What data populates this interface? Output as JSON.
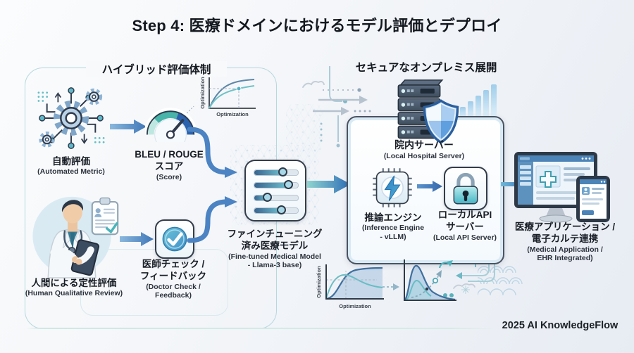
{
  "title": "Step 4: 医療ドメインにおけるモデル評価とデプロイ",
  "footer": "2025 AI KnowledgeFlow",
  "left_panel": {
    "title": "ハイブリッド評価体制",
    "auto_eval": {
      "label": "自動評価",
      "sublabel": "(Automated Metric)"
    },
    "score": {
      "label": "BLEU / ROUGE\nスコア",
      "sublabel": "(Score)"
    },
    "human_eval": {
      "label": "人間による定性評価",
      "sublabel": "(Human Qualitative Review)"
    },
    "doctor_check": {
      "label": "医師チェック /\nフィードバック",
      "sublabel": "(Doctor Check /\nFeedback)"
    }
  },
  "center": {
    "model": {
      "label": "ファインチューニング\n済み医療モデル",
      "sublabel": "(Fine-tuned Medical Model\n- Llama-3 base)"
    }
  },
  "right_panel": {
    "title": "セキュアなオンプレミス展開",
    "server": {
      "label": "院内サーバー",
      "sublabel": "(Local Hospital Server)"
    },
    "inference": {
      "label": "推論エンジン",
      "sublabel": "(Inference Engine\n- vLLM)"
    },
    "api": {
      "label": "ローカルAPI\nサーバー",
      "sublabel": "(Local API Server)"
    },
    "app": {
      "label": "医療アプリケーション /\n電子カルテ連携",
      "sublabel": "(Medical Application /\nEHR Integrated)"
    }
  },
  "mini_charts": {
    "optimization_top": {
      "xlabel": "Optimization",
      "ylabel": "Optimization"
    },
    "optimization_bottom": {
      "xlabel": "Optimization",
      "ylabel": "Optimization"
    }
  },
  "icons": [
    "gears-network-icon",
    "gauge-icon",
    "doctor-illustration",
    "clipboard-icon",
    "check-badge-icon",
    "sliders-icon",
    "server-rack-icon",
    "shield-icon",
    "chip-bolt-icon",
    "lock-icon",
    "monitor-tablet-icon"
  ],
  "colors": {
    "accent_blue": "#3f77b8",
    "accent_teal": "#54b6be",
    "panel_border": "#b7d8de",
    "box_border": "#4a5362",
    "text_dark": "#181d26"
  }
}
